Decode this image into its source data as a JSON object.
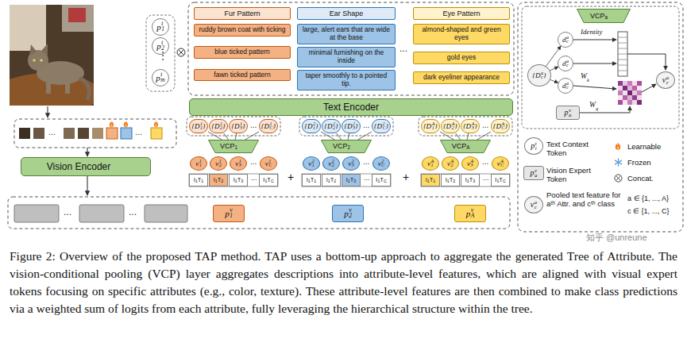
{
  "diagram": {
    "caption": "Figure 2: Overview of the proposed TAP method. TAP uses a bottom-up approach to aggregate the generated Tree of Attribute. The vision-conditional pooling (VCP) layer aggregates descriptions into attribute-level features, which are aligned with visual expert tokens focusing on specific attributes (e.g., color, texture). These attribute-level features are then combined to make class predictions via a weighted sum of logits from each attribute, fully leveraging the hierarchical structure within the tree.",
    "nodes": [
      {
        "text": [
          "p",
          "1",
          "t"
        ]
      },
      {
        "text": [
          "p",
          "2",
          "t"
        ]
      },
      {
        "text": [
          "p",
          "m",
          "t"
        ]
      },
      {
        "text": [
          "Fur Pattern"
        ]
      },
      {
        "text": [
          "ruddy brown coat with ticking"
        ]
      },
      {
        "text": [
          "blue ticked pattern"
        ]
      },
      {
        "text": [
          "fawn ticked pattern"
        ]
      },
      {
        "text": [
          "Ear Shape"
        ]
      },
      {
        "text": [
          "large, alert ears that are wide at the base"
        ]
      },
      {
        "text": [
          "minimal furnishing on the inside"
        ]
      },
      {
        "text": [
          "taper smoothly to a pointed tip."
        ]
      },
      {
        "text": [
          "Eye Pattern"
        ]
      },
      {
        "text": [
          "almond-shaped and green eyes"
        ]
      },
      {
        "text": [
          "gold eyes"
        ]
      },
      {
        "text": [
          "dark eyeliner appearance"
        ]
      },
      {
        "text": [
          "Text Encoder"
        ]
      },
      {
        "text": [
          "Vision Encoder"
        ]
      },
      {
        "text": [
          "{D",
          "1",
          "1",
          "}"
        ]
      },
      {
        "text": [
          "{D",
          "2",
          "1",
          "}"
        ]
      },
      {
        "text": [
          "{D",
          "3",
          "1",
          "}"
        ]
      },
      {
        "text": [
          "{D",
          "C",
          "1",
          "}"
        ]
      },
      {
        "text": [
          "{D",
          "1",
          "2",
          "}"
        ]
      },
      {
        "text": [
          "{D",
          "2",
          "2",
          "}"
        ]
      },
      {
        "text": [
          "{D",
          "3",
          "2",
          "}"
        ]
      },
      {
        "text": [
          "{D",
          "C",
          "2",
          "}"
        ]
      },
      {
        "text": [
          "{D",
          "1",
          "A",
          "}"
        ]
      },
      {
        "text": [
          "{D",
          "2",
          "A",
          "}"
        ]
      },
      {
        "text": [
          "{D",
          "3",
          "A",
          "}"
        ]
      },
      {
        "text": [
          "{D",
          "C",
          "A",
          "}"
        ]
      },
      {
        "text": [
          "VCP",
          "1"
        ]
      },
      {
        "text": [
          "VCP",
          "2"
        ]
      },
      {
        "text": [
          "VCP",
          "A"
        ]
      },
      {
        "text": [
          "v",
          "1",
          "1"
        ]
      },
      {
        "text": [
          "v",
          "2",
          "1"
        ]
      },
      {
        "text": [
          "v",
          "3",
          "1"
        ]
      },
      {
        "text": [
          "v",
          "C",
          "1"
        ]
      },
      {
        "text": [
          "v",
          "1",
          "2"
        ]
      },
      {
        "text": [
          "v",
          "2",
          "2"
        ]
      },
      {
        "text": [
          "v",
          "3",
          "2"
        ]
      },
      {
        "text": [
          "v",
          "C",
          "2"
        ]
      },
      {
        "text": [
          "v",
          "1",
          "A"
        ]
      },
      {
        "text": [
          "v",
          "2",
          "A"
        ]
      },
      {
        "text": [
          "v",
          "3",
          "A"
        ]
      },
      {
        "text": [
          "v",
          "C",
          "A"
        ]
      },
      {
        "text": [
          "I",
          "1",
          "T",
          "1"
        ]
      },
      {
        "text": [
          "I",
          "1",
          "T",
          "2"
        ]
      },
      {
        "text": [
          "I",
          "1",
          "T",
          "3"
        ]
      },
      {
        "text": [
          "I",
          "1",
          "T",
          "C"
        ]
      },
      {
        "text": [
          "I",
          "1",
          "T",
          "1"
        ]
      },
      {
        "text": [
          "I",
          "1",
          "T",
          "2"
        ]
      },
      {
        "text": [
          "I",
          "1",
          "T",
          "3"
        ]
      },
      {
        "text": [
          "I",
          "1",
          "T",
          "C"
        ]
      },
      {
        "text": [
          "I",
          "1",
          "T",
          "1"
        ]
      },
      {
        "text": [
          "I",
          "1",
          "T",
          "2"
        ]
      },
      {
        "text": [
          "I",
          "1",
          "T",
          "3"
        ]
      },
      {
        "text": [
          "I",
          "1",
          "T",
          "C"
        ]
      },
      {
        "text": [
          "p",
          "1",
          "v"
        ]
      },
      {
        "text": [
          "p",
          "2",
          "v"
        ]
      },
      {
        "text": [
          "p",
          "A",
          "v"
        ]
      },
      {
        "text": [
          "VCP",
          "a"
        ]
      },
      {
        "text": [
          "{D",
          "c",
          "a",
          "}"
        ]
      },
      {
        "text": [
          "d",
          "c",
          "a"
        ]
      },
      {
        "text": [
          "d",
          "c",
          "a"
        ]
      },
      {
        "text": [
          "d",
          "c",
          "a"
        ]
      },
      {
        "text": [
          "v",
          "c",
          "a"
        ]
      },
      {
        "text": [
          "p",
          "a",
          "v"
        ]
      },
      {
        "text": [
          "p",
          "i",
          "t"
        ]
      },
      {
        "text": [
          "p",
          "a",
          "v"
        ]
      },
      {
        "text": [
          "v",
          "c",
          "a"
        ]
      }
    ],
    "edges": [
      {
        "from": 17,
        "to": 29,
        "arrow": "none"
      },
      {
        "from": 18,
        "to": 29,
        "arrow": "none"
      },
      {
        "from": 19,
        "to": 29,
        "arrow": "none"
      },
      {
        "from": 20,
        "to": 29,
        "arrow": "none"
      },
      {
        "from": 21,
        "to": 30,
        "arrow": "none"
      },
      {
        "from": 22,
        "to": 30,
        "arrow": "none"
      },
      {
        "from": 23,
        "to": 30,
        "arrow": "none"
      },
      {
        "from": 24,
        "to": 30,
        "arrow": "none"
      },
      {
        "from": 25,
        "to": 31,
        "arrow": "none"
      },
      {
        "from": 26,
        "to": 31,
        "arrow": "none"
      },
      {
        "from": 27,
        "to": 31,
        "arrow": "none"
      },
      {
        "from": 28,
        "to": 31,
        "arrow": "none"
      },
      {
        "from": 60,
        "to": 61,
        "arrow": "to"
      },
      {
        "from": 60,
        "to": 62,
        "arrow": "to"
      },
      {
        "from": 60,
        "to": 63,
        "arrow": "to"
      }
    ],
    "labels": [
      "⋮",
      "...",
      "...",
      "...",
      "...",
      "...",
      "...",
      "...",
      "...",
      "...",
      "...",
      "...",
      "...",
      "...",
      "...",
      "+",
      "+",
      "Identity",
      "W",
      "k",
      "W",
      "q",
      "a ∈ {1, ..., A}",
      "c ∈ {1, ..., C}",
      "知乎 @unreune"
    ],
    "legend": [
      {
        "text": "Text Context Token"
      },
      {
        "text": "Vision Expert Token"
      },
      {
        "text": "Learnable"
      },
      {
        "text": "Frozen"
      },
      {
        "text": "Concat."
      },
      {
        "text": "Pooled text feature for aᵗʰ Attr. and cᵗʰ class"
      }
    ]
  }
}
